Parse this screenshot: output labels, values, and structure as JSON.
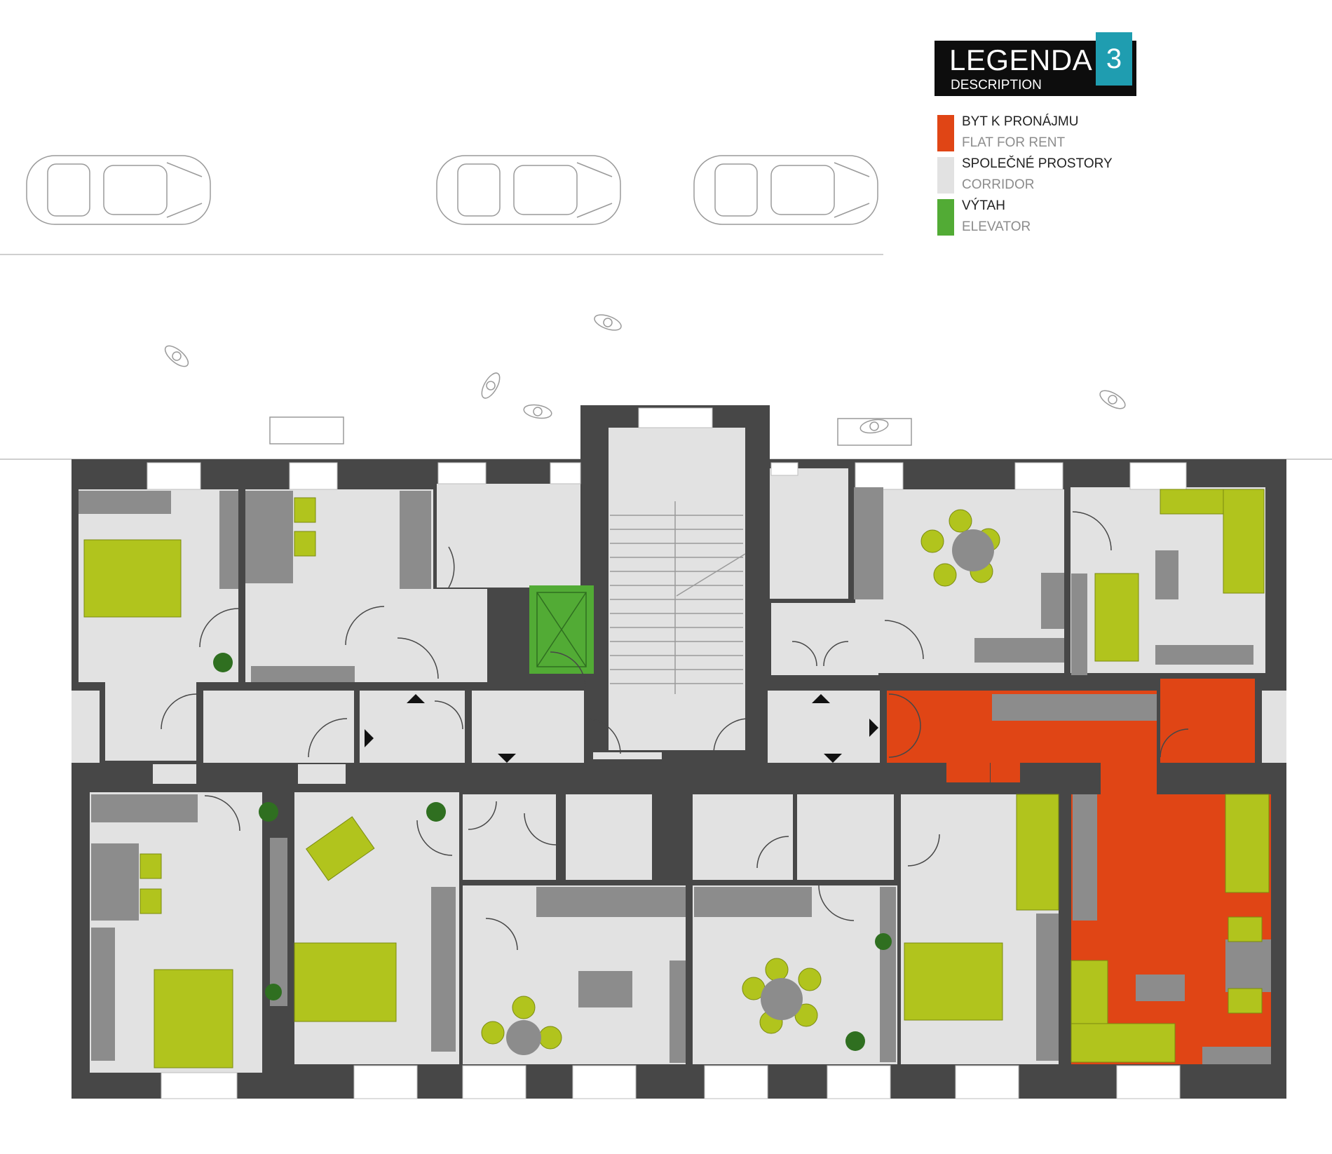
{
  "legend": {
    "title": "LEGENDA",
    "subtitle": "DESCRIPTION",
    "floor_number": "3",
    "items": [
      {
        "label": "BYT K PRONÁJMU",
        "label_en": "FLAT FOR RENT",
        "color": "#e04515"
      },
      {
        "label": "SPOLEČNÉ PROSTORY",
        "label_en": "CORRIDOR",
        "color": "#e2e2e2"
      },
      {
        "label": "VÝTAH",
        "label_en": "ELEVATOR",
        "color": "#52ab35"
      }
    ]
  },
  "colors": {
    "wall": "#474747",
    "floor": "#e2e2e2",
    "flat_for_rent": "#e04515",
    "elevator": "#52ab35",
    "furniture": "#b1c41d",
    "cabinet": "#8c8c8c"
  }
}
